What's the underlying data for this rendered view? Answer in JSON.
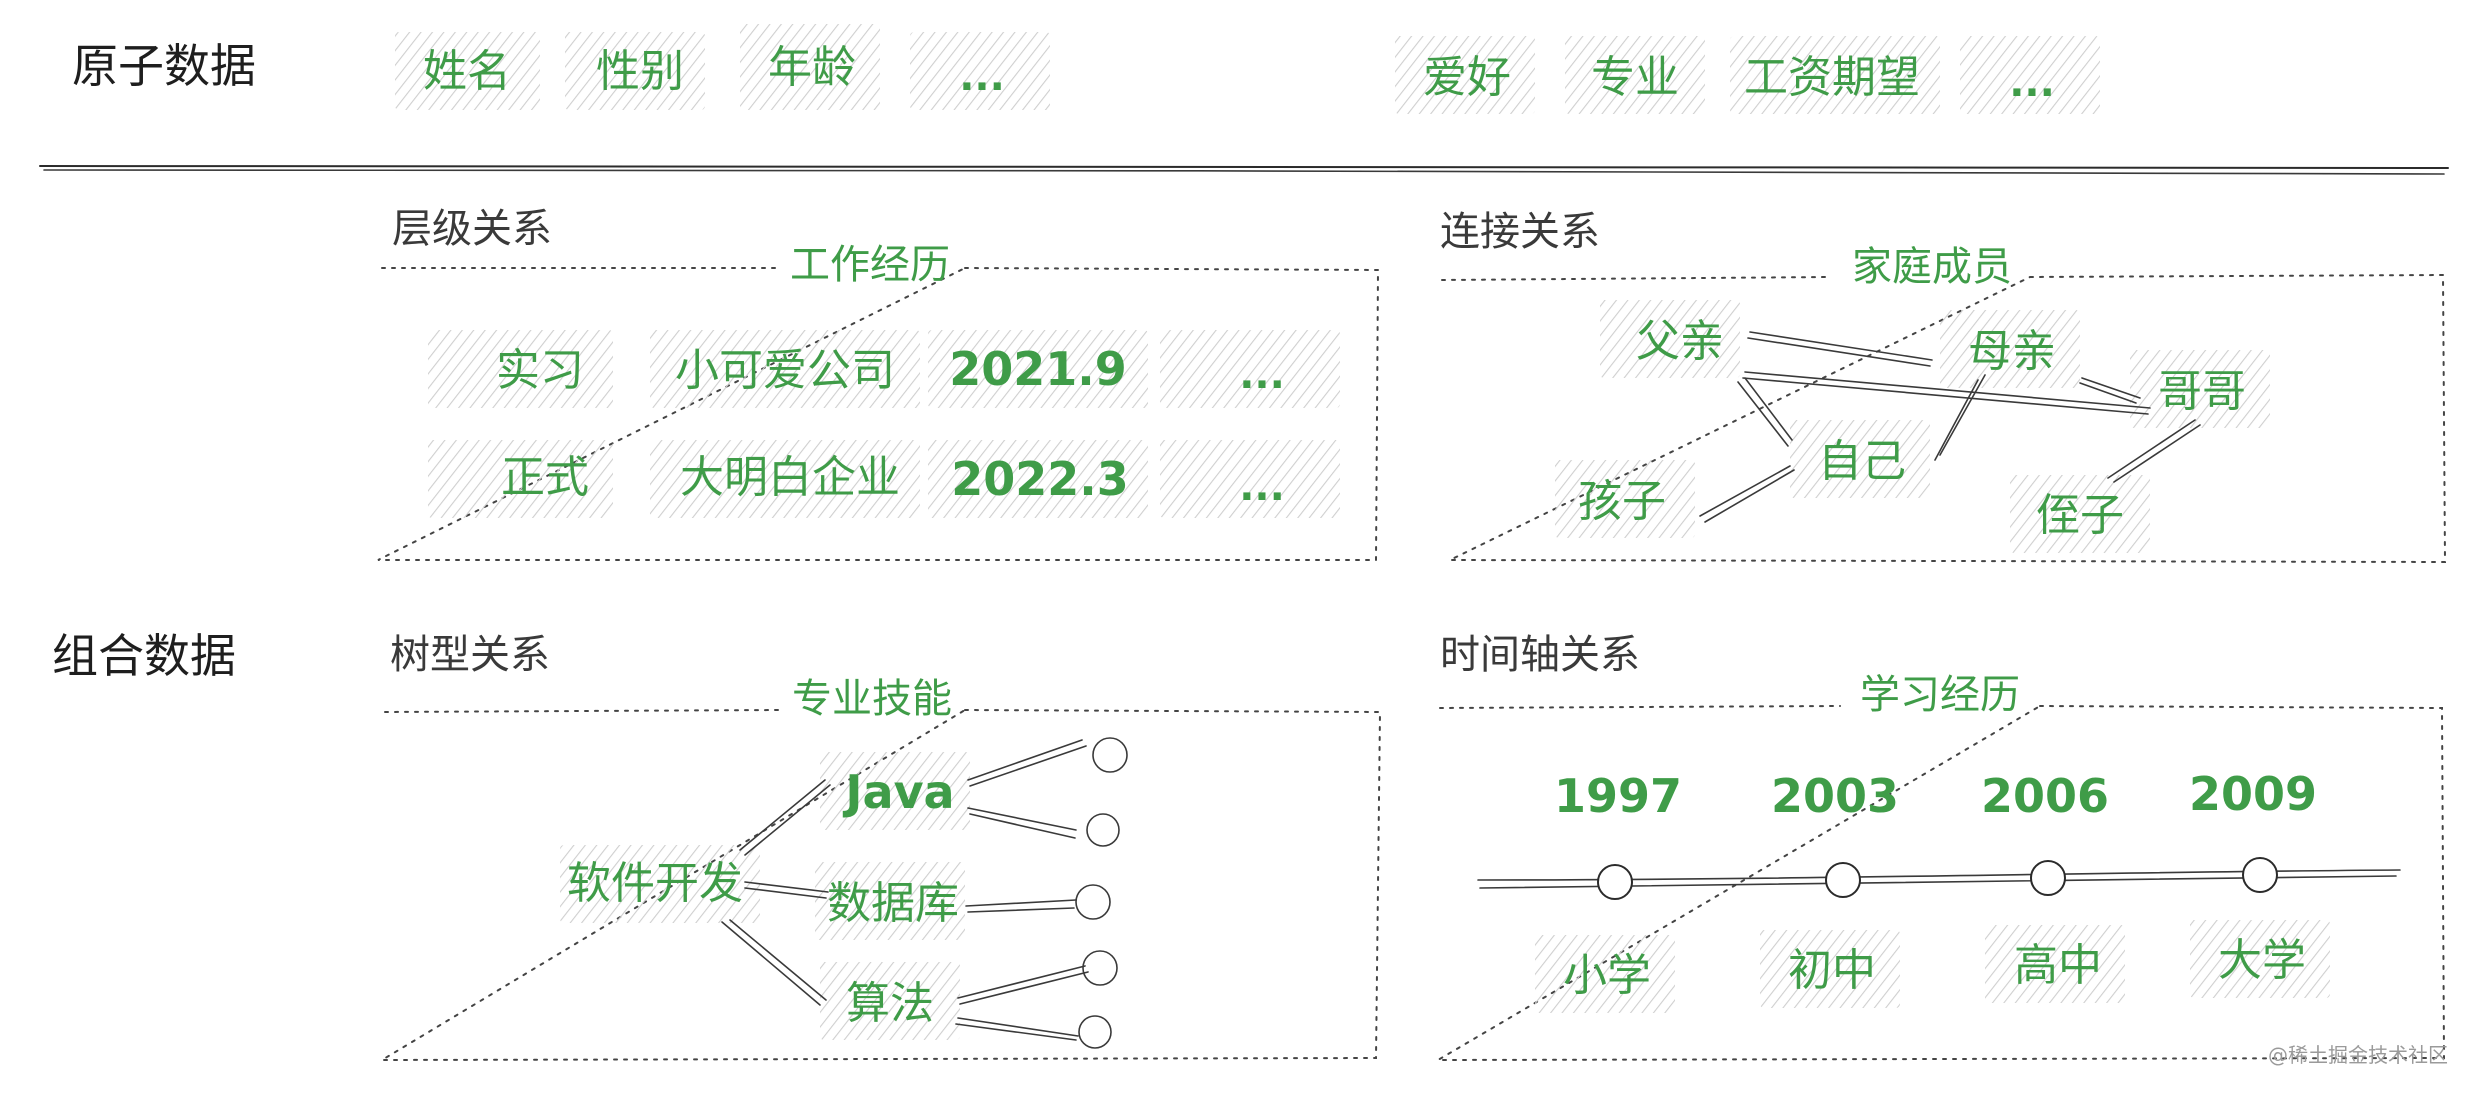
{
  "atomic": {
    "label": "原子数据",
    "group_left": [
      "姓名",
      "性别",
      "年龄",
      "..."
    ],
    "group_right": [
      "爱好",
      "专业",
      "工资期望",
      "..."
    ]
  },
  "composite": {
    "label": "组合数据"
  },
  "hierarchy": {
    "title": "层级关系",
    "box_title": "工作经历",
    "rows": [
      [
        "实习",
        "小可爱公司",
        "2021.9",
        "..."
      ],
      [
        "正式",
        "大明白企业",
        "2022.3",
        "..."
      ]
    ]
  },
  "connection": {
    "title": "连接关系",
    "box_title": "家庭成员",
    "nodes": {
      "father": "父亲",
      "mother": "母亲",
      "brother": "哥哥",
      "self": "自己",
      "child": "孩子",
      "nephew": "侄子"
    }
  },
  "tree": {
    "title": "树型关系",
    "box_title": "专业技能",
    "root": "软件开发",
    "children": [
      "Java",
      "数据库",
      "算法"
    ]
  },
  "timeline": {
    "title": "时间轴关系",
    "box_title": "学习经历",
    "years": [
      "1997",
      "2003",
      "2006",
      "2009"
    ],
    "stages": [
      "小学",
      "初中",
      "高中",
      "大学"
    ]
  },
  "watermark": "@稀土掘金技术社区",
  "colors": {
    "accent_green": "#3f9c48",
    "ink": "#2b2b2b",
    "hatch": "#c9c9c9"
  }
}
